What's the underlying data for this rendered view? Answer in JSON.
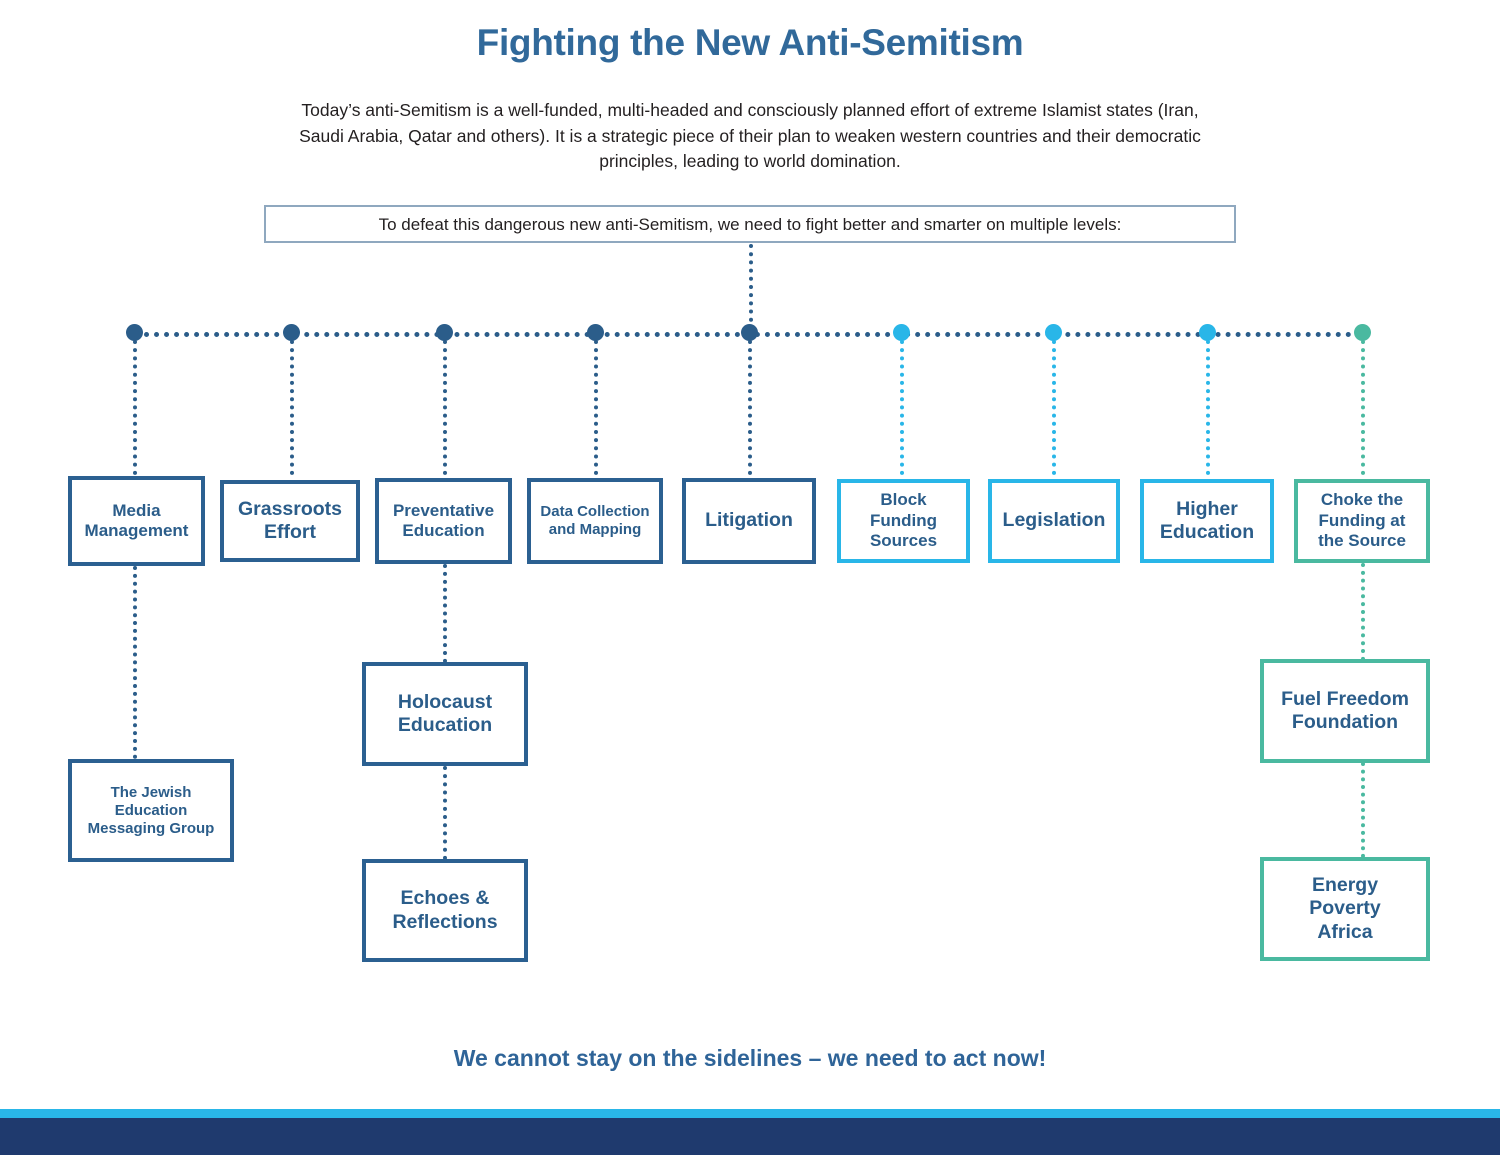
{
  "header": {
    "title": "Fighting the New Anti-Semitism",
    "intro": "Today’s anti-Semitism is a well-funded, multi-headed and consciously planned effort of extreme Islamist states (Iran, Saudi Arabia, Qatar and others). It is a strategic piece of their plan to weaken western countries and their democratic principles, leading to world domination."
  },
  "callout": {
    "text": "To defeat this dangerous new anti-Semitism, we need to fight better and smarter on multiple levels:"
  },
  "colors": {
    "navy": "#2b6091",
    "cyan": "#29b6e8",
    "teal": "#4ab9a0",
    "title_blue": "#31699a",
    "callout_border": "#8fa8bf",
    "footer_navy": "#1f3a6e",
    "text_dark": "#231f20"
  },
  "branches": [
    {
      "label": "Media\nManagement",
      "color": "navy",
      "size": "md"
    },
    {
      "label": "Grassroots\nEffort",
      "color": "navy",
      "size": "lg"
    },
    {
      "label": "Preventative\nEducation",
      "color": "navy",
      "size": "md"
    },
    {
      "label": "Data Collection\nand Mapping",
      "color": "navy",
      "size": "sm"
    },
    {
      "label": "Litigation",
      "color": "navy",
      "size": "lg"
    },
    {
      "label": "Block Funding\nSources",
      "color": "cyan",
      "size": "md"
    },
    {
      "label": "Legislation",
      "color": "cyan",
      "size": "lg"
    },
    {
      "label": "Higher\nEducation",
      "color": "cyan",
      "size": "lg"
    },
    {
      "label": "Choke the\nFunding at\nthe Source",
      "color": "teal",
      "size": "md"
    }
  ],
  "sub_boxes": [
    {
      "label": "The Jewish\nEducation\nMessaging Group",
      "color": "navy",
      "size": "sm",
      "parent": "Media Management"
    },
    {
      "label": "Holocaust\nEducation",
      "color": "navy",
      "size": "lg",
      "parent": "Preventative Education"
    },
    {
      "label": "Echoes &\nReflections",
      "color": "navy",
      "size": "lg",
      "parent": "Holocaust Education"
    },
    {
      "label": "Fuel Freedom\nFoundation",
      "color": "teal",
      "size": "lg",
      "parent": "Choke the Funding at the Source"
    },
    {
      "label": "Energy\nPoverty\nAfrica",
      "color": "teal",
      "size": "lg",
      "parent": "Fuel Freedom Foundation"
    }
  ],
  "footer": {
    "cta": "We cannot stay on the sidelines – we need to act now!"
  }
}
